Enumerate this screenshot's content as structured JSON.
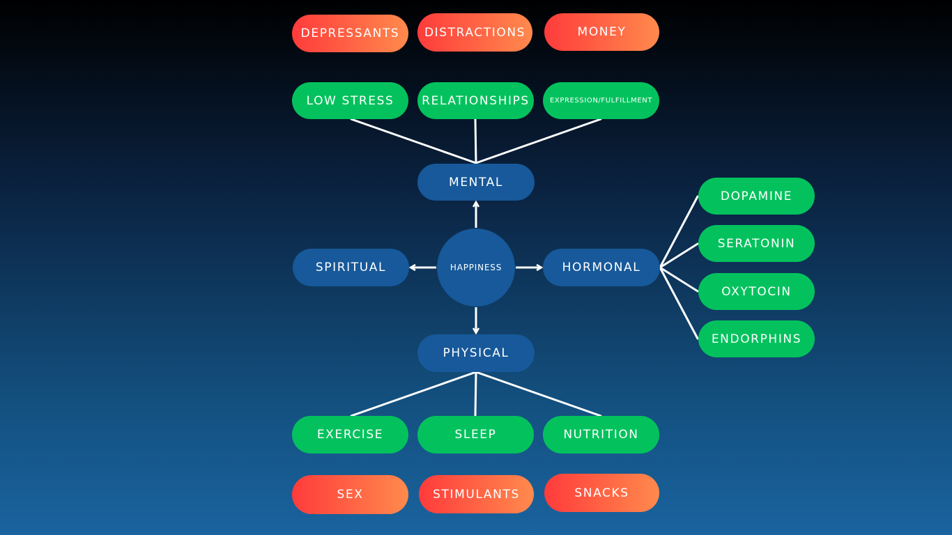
{
  "center": {
    "label": "HAPPINESS"
  },
  "categories": {
    "mental": "MENTAL",
    "spiritual": "SPIRITUAL",
    "hormonal": "HORMONAL",
    "physical": "PHYSICAL"
  },
  "negatives_top": [
    "DEPRESSANTS",
    "DISTRACTIONS",
    "MONEY"
  ],
  "mental_factors": [
    "LOW STRESS",
    "RELATIONSHIPS",
    "EXPRESSION/FULFILLMENT"
  ],
  "hormones": [
    "DOPAMINE",
    "SERATONIN",
    "OXYTOCIN",
    "ENDORPHINS"
  ],
  "physical_factors": [
    "EXERCISE",
    "SLEEP",
    "NUTRITION"
  ],
  "negatives_bottom": [
    "SEX",
    "STIMULANTS",
    "SNACKS"
  ],
  "colors": {
    "negative_start": "#ff3b3b",
    "negative_end": "#ff8a4d",
    "positive": "#03c25d",
    "category": "#17599a",
    "line": "#ffffff"
  }
}
